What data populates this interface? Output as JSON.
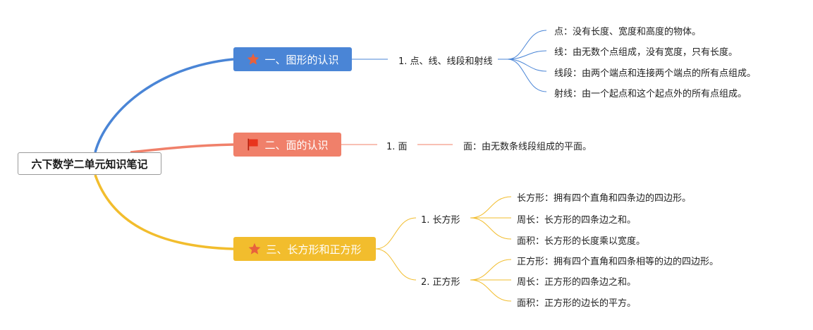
{
  "colors": {
    "branch1": "#4a85d6",
    "branch2": "#f0806a",
    "branch3": "#f2bd2d",
    "star": "#e8613c",
    "flag": "#e8341c"
  },
  "root": {
    "label": "六下数学二单元知识笔记"
  },
  "branches": [
    {
      "icon": "star-icon",
      "label": "一、图形的认识",
      "subs": [
        {
          "label": "1. 点、线、线段和射线",
          "leaves": [
            "点：没有长度、宽度和高度的物体。",
            "线：由无数个点组成，没有宽度，只有长度。",
            "线段：由两个端点和连接两个端点的所有点组成。",
            "射线：由一个起点和这个起点外的所有点组成。"
          ]
        }
      ]
    },
    {
      "icon": "flag-icon",
      "label": "二、面的认识",
      "subs": [
        {
          "label": "1. 面",
          "leaves": [
            "面：由无数条线段组成的平面。"
          ]
        }
      ]
    },
    {
      "icon": "star-icon",
      "label": "三、长方形和正方形",
      "subs": [
        {
          "label": "1. 长方形",
          "leaves": [
            "长方形：拥有四个直角和四条边的四边形。",
            "周长：长方形的四条边之和。",
            "面积：长方形的长度乘以宽度。"
          ]
        },
        {
          "label": "2. 正方形",
          "leaves": [
            "正方形：拥有四个直角和四条相等的边的四边形。",
            "周长：正方形的四条边之和。",
            "面积：正方形的边长的平方。"
          ]
        }
      ]
    }
  ]
}
